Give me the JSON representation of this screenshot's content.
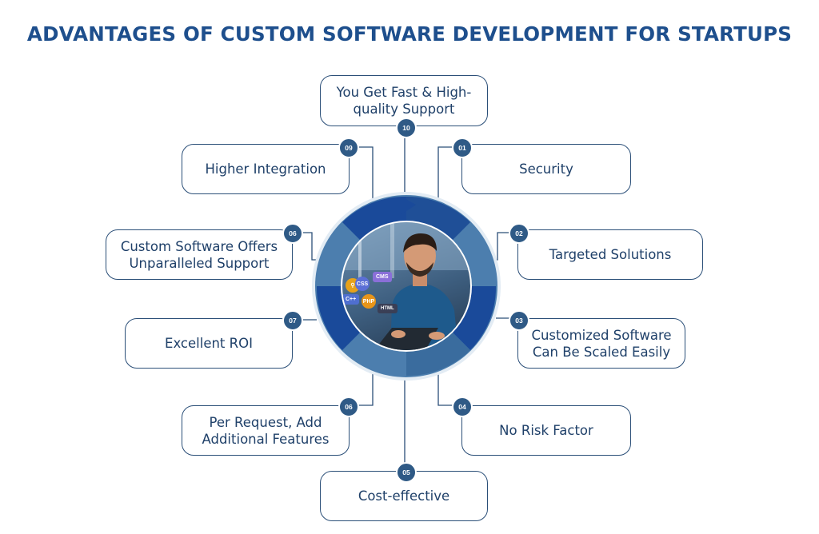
{
  "title": "ADVANTAGES OF CUSTOM SOFTWARE DEVELOPMENT FOR STARTUPS",
  "items": [
    {
      "badge": "10",
      "label": "You Get Fast & High-quality Support"
    },
    {
      "badge": "01",
      "label": "Security"
    },
    {
      "badge": "09",
      "label": "Higher Integration"
    },
    {
      "badge": "02",
      "label": "Targeted Solutions"
    },
    {
      "badge": "06",
      "label": "Custom Software Offers Unparalleled Support"
    },
    {
      "badge": "03",
      "label": "Customized Software Can Be Scaled Easily"
    },
    {
      "badge": "07",
      "label": "Excellent ROI"
    },
    {
      "badge": "06",
      "label": "Per Request, Add Additional Features"
    },
    {
      "badge": "04",
      "label": "No Risk Factor"
    },
    {
      "badge": "05",
      "label": "Cost-effective"
    }
  ],
  "photo_tags": [
    "CSS",
    "CMS",
    "C++",
    "PHP",
    "HTML"
  ],
  "colors": {
    "primary": "#1e4f8d",
    "ring_dark": "#1a4a9a",
    "ring_light": "#4a7fb0",
    "badge": "#2f5a86"
  }
}
